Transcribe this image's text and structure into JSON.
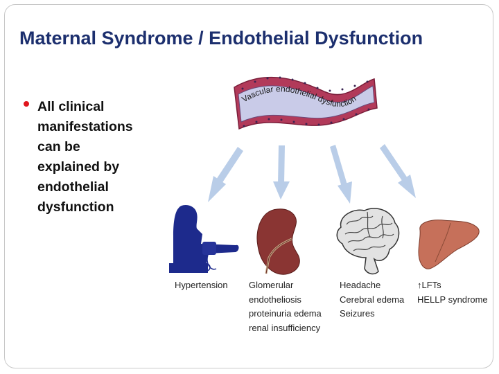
{
  "slide": {
    "title": "Maternal Syndrome / Endothelial Dysfunction",
    "bullet": "All clinical\nmanifestations\ncan be\nexplained by\nendothelial\ndysfunction"
  },
  "diagram": {
    "vessel_label": "Vascular endothelial dysfunction",
    "organs": [
      {
        "name": "hypertension",
        "icon": "blood-pressure-figure-icon",
        "label": "Hypertension"
      },
      {
        "name": "kidney",
        "icon": "kidney-icon",
        "label": "Glomerular\nendotheliosis\nproteinuria edema\nrenal insufficiency"
      },
      {
        "name": "brain",
        "icon": "brain-icon",
        "label": "Headache\nCerebral edema\nSeizures"
      },
      {
        "name": "liver",
        "icon": "liver-icon",
        "label": "↑LFTs\nHELLP syndrome"
      }
    ]
  },
  "colors": {
    "title": "#1c2f6e",
    "bullet": "#e0161d",
    "vessel_outer": "#b23a5a",
    "vessel_inner": "#c9cbe8",
    "arrow": "#b9cde8",
    "figure": "#1d2a8c",
    "kidney": "#8a3533",
    "liver": "#c6705a"
  }
}
